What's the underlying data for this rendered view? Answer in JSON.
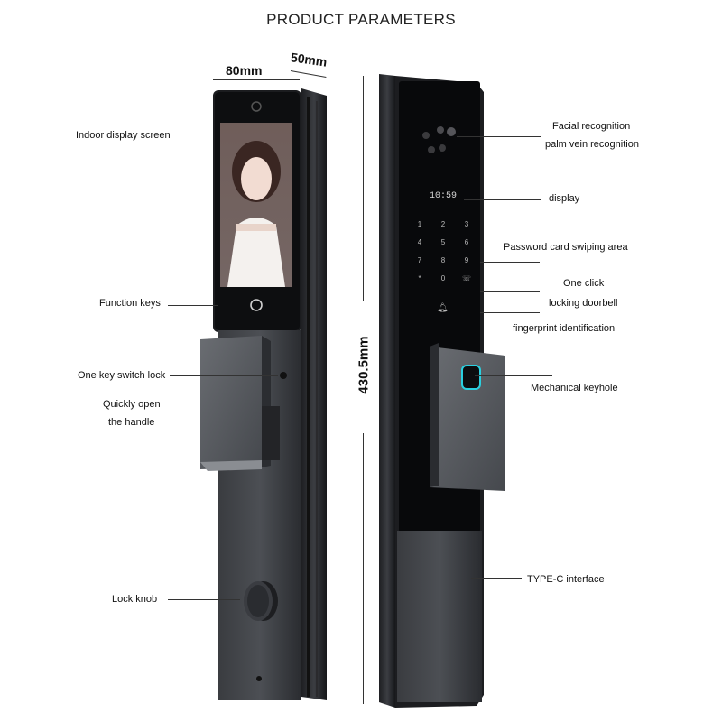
{
  "title": "PRODUCT PARAMETERS",
  "dimensions": {
    "width": "80mm",
    "depth": "50mm",
    "height": "430.5mm"
  },
  "left_labels": {
    "indoor_display": "Indoor display screen",
    "function_keys": "Function keys",
    "one_key_switch": "One key switch lock",
    "quick_open_1": "Quickly open",
    "quick_open_2": "the handle",
    "lock_knob": "Lock knob"
  },
  "right_labels": {
    "facial": "Facial recognition",
    "palm": "palm vein recognition",
    "display": "display",
    "password": "Password card swiping area",
    "one_click": "One click",
    "doorbell": "locking doorbell",
    "fingerprint": "fingerprint identification",
    "keyhole": "Mechanical keyhole",
    "typec": "TYPE-C interface"
  },
  "screen": {
    "time": "10:59"
  },
  "keypad": [
    "1",
    "2",
    "3",
    "4",
    "5",
    "6",
    "7",
    "8",
    "9",
    "*",
    "0",
    "☏"
  ],
  "colors": {
    "body": "#2d2f33",
    "panel": "#0b0c0e",
    "handle": "#55585d",
    "accent": "#2ad0e0"
  }
}
